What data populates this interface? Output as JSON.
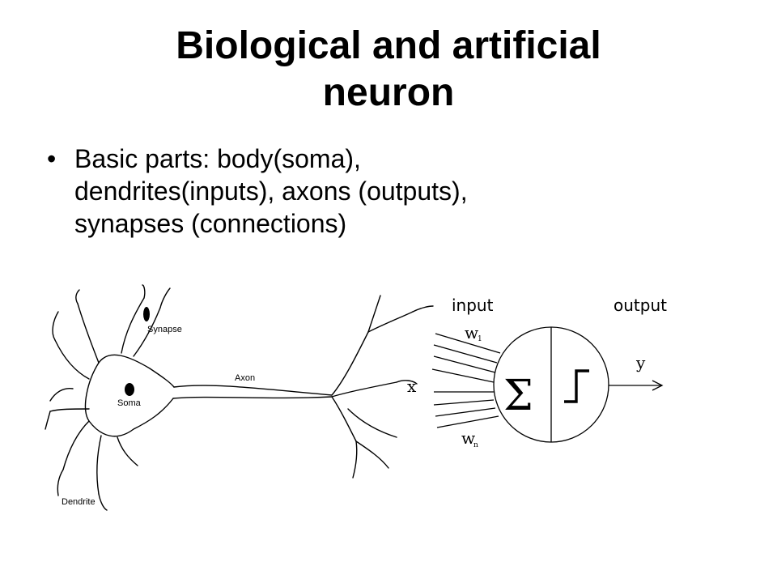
{
  "slide": {
    "title_lines": [
      "Biological and artificial",
      "neuron"
    ],
    "bullet_lines": [
      "Basic parts: body(soma),",
      "dendrites(inputs), axons (outputs),",
      "synapses (connections)"
    ]
  },
  "biological_neuron": {
    "synapse_label": "Synapse",
    "axon_label": "Axon",
    "soma_label": "Soma",
    "dendrite_label": "Dendrite"
  },
  "artificial_neuron": {
    "input_label": "input",
    "output_label": "output",
    "x_label": "x",
    "y_label": "y",
    "w1_label": "w",
    "w1_sub": "1",
    "wn_label": "w",
    "wn_sub": "n",
    "sum_symbol": "Σ"
  }
}
